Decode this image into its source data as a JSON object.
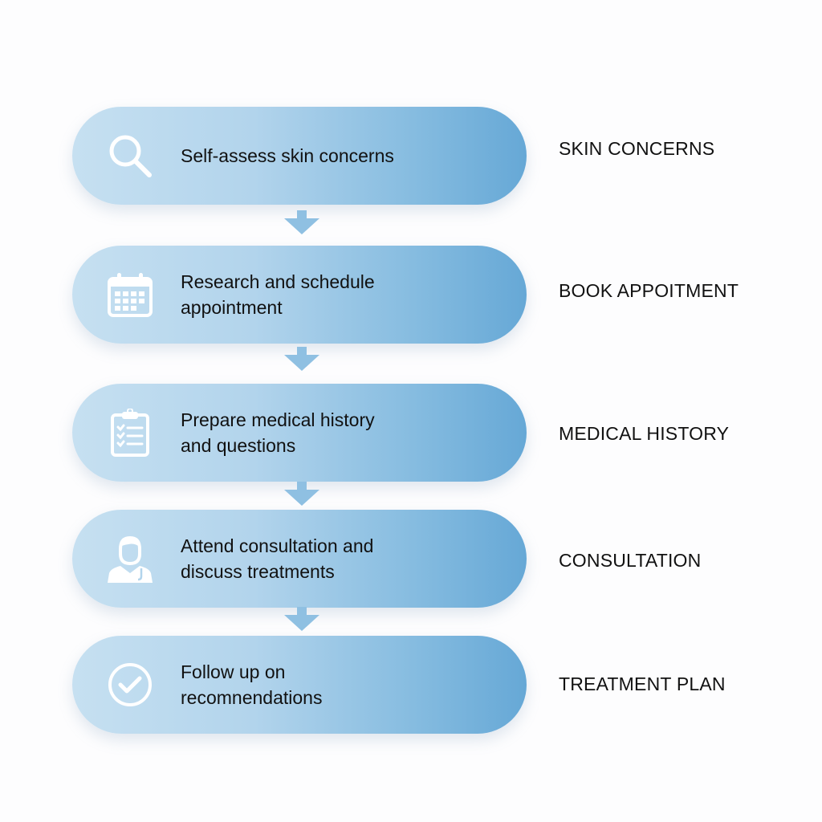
{
  "steps": [
    {
      "text_line1": "Self-assess skin concerns",
      "text_line2": "",
      "icon": "search-icon",
      "label": "SKIN CONCERNS"
    },
    {
      "text_line1": "Research and schedule",
      "text_line2": "appointment",
      "icon": "calendar-icon",
      "label": "BOOK APPOITMENT"
    },
    {
      "text_line1": "Prepare medical history",
      "text_line2": "and questions",
      "icon": "clipboard-checklist-icon",
      "label": "MEDICAL HISTORY"
    },
    {
      "text_line1": "Attend consultation and",
      "text_line2": "discuss treatments",
      "icon": "doctor-icon",
      "label": "CONSULTATION"
    },
    {
      "text_line1": "Follow up on",
      "text_line2": "recomnendations",
      "icon": "check-circle-icon",
      "label": "TREATMENT PLAN"
    }
  ],
  "colors": {
    "gradient_start": "#c6e0f1",
    "gradient_end": "#66a8d6",
    "arrow": "#8fc0e2",
    "icon": "#ffffff",
    "text": "#111111"
  }
}
